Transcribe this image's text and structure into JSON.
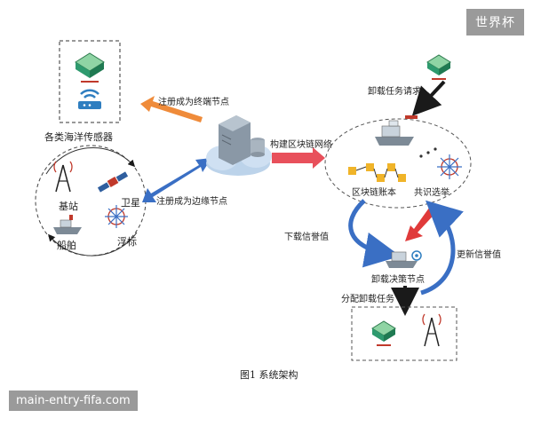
{
  "brand_badge": "世界杯",
  "watermark": "main-entry-fifa.com",
  "caption": "图1    系统架构",
  "labels": {
    "sensors": "各类海洋传感器",
    "register_terminal": "注册成为终端节点",
    "register_edge": "注册成为边缘节点",
    "base_station": "基站",
    "satellite": "卫星",
    "ship": "船舶",
    "buoy": "浮标",
    "build_blockchain": "构建区块链网络",
    "offload_request": "卸载任务请求",
    "blockchain_ledger": "区块链账本",
    "consensus": "共识选举",
    "download_reputation": "下载信誉值",
    "update_reputation": "更新信誉值",
    "decision_node": "卸载决策节点",
    "assign_task": "分配卸载任务"
  },
  "colors": {
    "orange_arrow": "#ef8b3a",
    "blue_arrow": "#3a6fc4",
    "pink_arrow": "#e8505b",
    "red_arrow": "#e03a3a",
    "dark_arrow": "#1a1a1a",
    "sensor_green": "#2e9a6e",
    "router_blue": "#2f7ec0"
  }
}
